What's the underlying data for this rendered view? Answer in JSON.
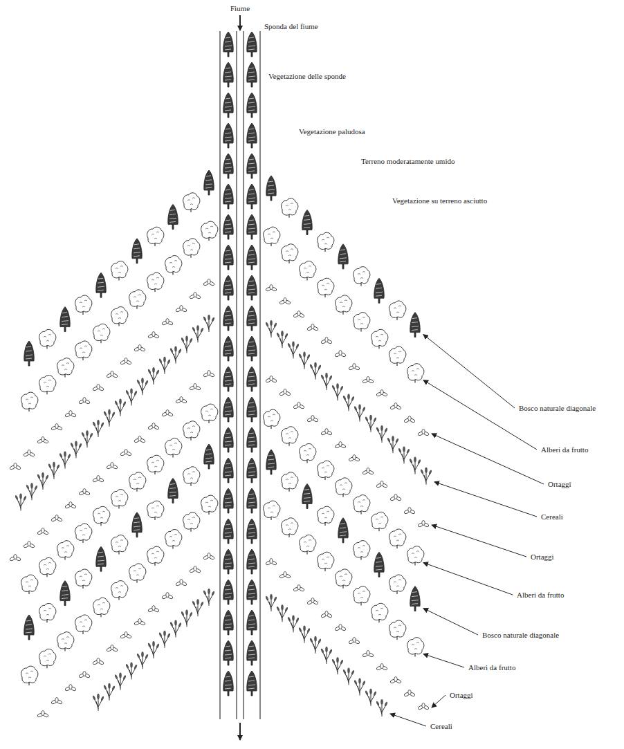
{
  "diagram": {
    "labels": [
      "Fiume",
      "Sponda del fiume",
      "Vegetazione delle sponde",
      "Vegetazione paludosa",
      "Terreno moderatamente umido",
      "Vegetazione su terreno asciutto",
      "Bosco naturale diagonale",
      "Alberi da frutto",
      "Ortaggi",
      "Cereali",
      "Ortaggi",
      "Alberi da frutto",
      "Bosco naturale diagonale",
      "Alberi da frutto",
      "Ortaggi",
      "Cereali"
    ]
  }
}
